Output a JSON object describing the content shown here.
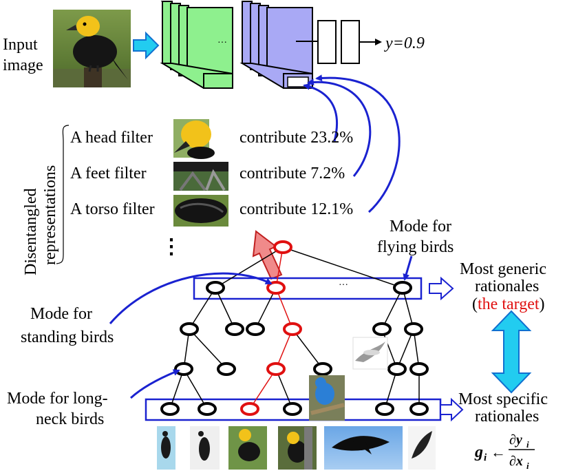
{
  "input": {
    "label_line1": "Input",
    "label_line2": "image"
  },
  "output": {
    "label": "y=0.9",
    "ellipsis": "···"
  },
  "side_label": {
    "line1": "Disentangled",
    "line2": "representations"
  },
  "filters": [
    {
      "name": "A head filter",
      "contribution": "contribute 23.2%"
    },
    {
      "name": "A feet filter",
      "contribution": "contribute 7.2%"
    },
    {
      "name": "A torso filter",
      "contribution": "contribute 12.1%"
    }
  ],
  "more_dots": "⋮",
  "tree": {
    "mode_flying_line1": "Mode for",
    "mode_flying_line2": "flying birds",
    "mode_standing_line1": "Mode for",
    "mode_standing_line2": "standing birds",
    "mode_longneck_line1": "Mode for long-",
    "mode_longneck_line2": "neck birds",
    "row_ellipsis": "···"
  },
  "rationales": {
    "generic_line1": "Most generic",
    "generic_line2": "rationales",
    "target_open": "(",
    "target_text": "the target",
    "target_close": ")",
    "specific_line1": "Most specific",
    "specific_line2": "rationales",
    "formula_lhs": "g",
    "formula_sub": "i",
    "formula_arrow": "←",
    "formula_num": "∂y",
    "formula_num_sub": "i",
    "formula_den": "∂x",
    "formula_den_sub": "i"
  },
  "colors": {
    "green_layer": "#8ef08e",
    "blue_layer": "#a9a9f5",
    "accent_red": "#e01010",
    "highlight_box": "#2020c8",
    "cyan_arrow": "#22ccf0"
  }
}
